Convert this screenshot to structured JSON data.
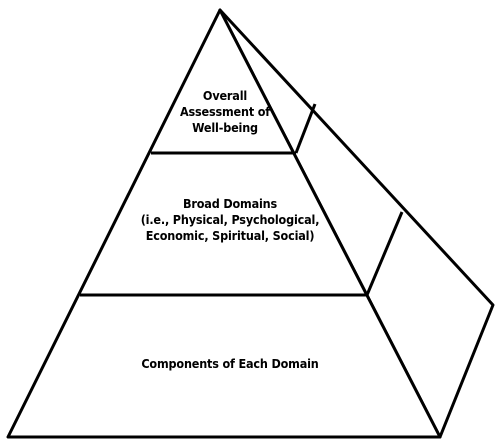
{
  "diagram": {
    "tiers": [
      {
        "id": "top",
        "lines": [
          "Overall",
          "Assessment of",
          "Well-being"
        ]
      },
      {
        "id": "middle",
        "lines": [
          "Broad Domains",
          "(i.e., Physical, Psychological,",
          "Economic, Spiritual, Social)"
        ]
      },
      {
        "id": "bottom",
        "lines": [
          "Components of Each Domain"
        ]
      }
    ],
    "colors": {
      "stroke": "#000000",
      "fill": "#ffffff",
      "text": "#000000"
    }
  }
}
